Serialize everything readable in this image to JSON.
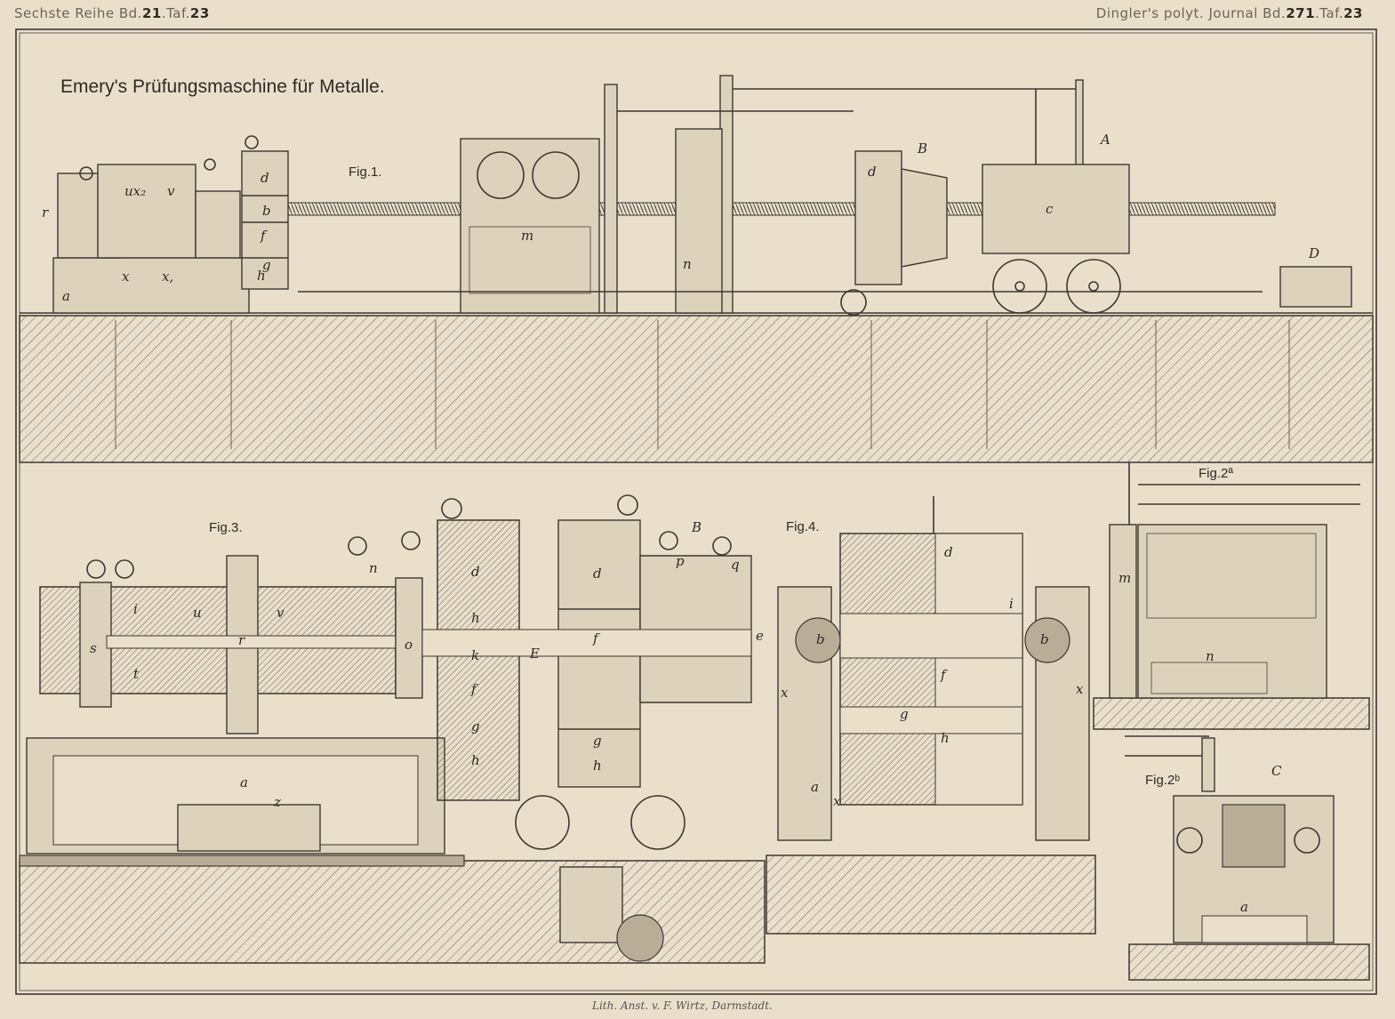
{
  "header": {
    "left_prefix": "Sechste Reihe Bd.",
    "left_volume": "21",
    "left_plate_prefix": ".Taf.",
    "left_plate": "23",
    "right_prefix": "Dingler's polyt. Journal Bd.",
    "right_volume": "271",
    "right_plate_prefix": ".Taf.",
    "right_plate": "23"
  },
  "title": "Emery's Prüfungsmaschine für Metalle.",
  "figures": {
    "fig1": "Fig.1.",
    "fig2a": "Fig.2ª",
    "fig2b": "Fig.2ᵇ",
    "fig3": "Fig.3.",
    "fig4": "Fig.4."
  },
  "labels": {
    "fig1": [
      "r",
      "ux₂",
      "v",
      "d",
      "b",
      "f",
      "g",
      "h",
      "a",
      "x",
      "x,",
      "m",
      "n",
      "B",
      "d",
      "A",
      "c",
      "D"
    ],
    "fig3": [
      "i",
      "u",
      "v",
      "s",
      "t",
      "r",
      "n",
      "o",
      "d",
      "h",
      "k",
      "f",
      "g",
      "h",
      "a",
      "z",
      "d",
      "f",
      "g",
      "h",
      "B",
      "p",
      "q",
      "E",
      "e"
    ],
    "fig4": [
      "d",
      "b",
      "b",
      "i",
      "f",
      "g",
      "h",
      "x",
      "x",
      "a",
      "x"
    ],
    "fig2a": [
      "m",
      "n"
    ],
    "fig2b": [
      "C",
      "a"
    ]
  },
  "footer": "Lith. Anst. v. F. Wirtz, Darmstadt."
}
